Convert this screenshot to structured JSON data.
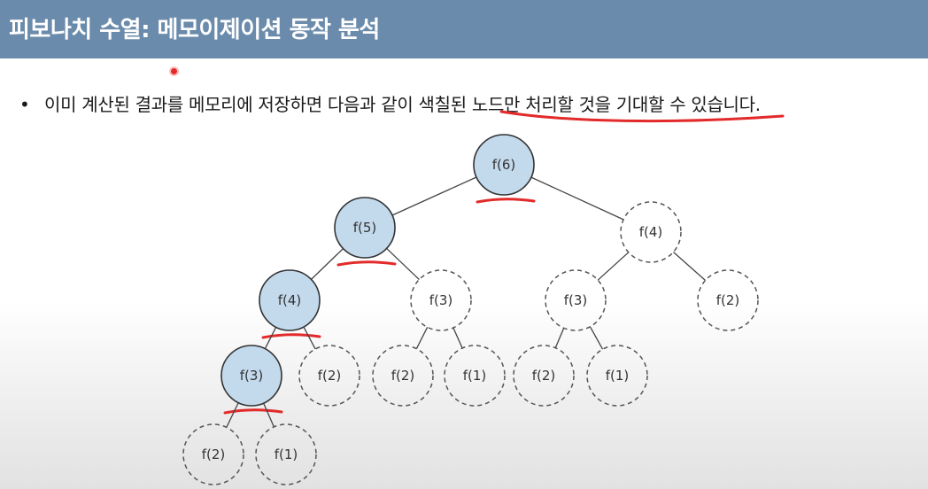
{
  "title": "피보나치 수열: 메모이제이션 동작 분석",
  "bullet": {
    "marker": "•",
    "text": "이미 계산된 결과를 메모리에 저장하면 다음과 같이 색칠된 노드만 처리할 것을 기대할 수 있습니다."
  },
  "colors": {
    "title_bar": "#6a8bab",
    "filled_node": "#c3d9ec",
    "annotation": "#e32a2a"
  },
  "tree": {
    "nodes": [
      {
        "id": "n6",
        "label": "f(6)",
        "filled": true,
        "underlined": true
      },
      {
        "id": "n5",
        "label": "f(5)",
        "filled": true,
        "underlined": true
      },
      {
        "id": "n4r",
        "label": "f(4)",
        "filled": false,
        "underlined": false
      },
      {
        "id": "n4l",
        "label": "f(4)",
        "filled": true,
        "underlined": true
      },
      {
        "id": "n3m",
        "label": "f(3)",
        "filled": false,
        "underlined": false
      },
      {
        "id": "n3r",
        "label": "f(3)",
        "filled": false,
        "underlined": false
      },
      {
        "id": "n2rr",
        "label": "f(2)",
        "filled": false,
        "underlined": false
      },
      {
        "id": "n3l",
        "label": "f(3)",
        "filled": true,
        "underlined": true
      },
      {
        "id": "n2a",
        "label": "f(2)",
        "filled": false,
        "underlined": false
      },
      {
        "id": "n2b",
        "label": "f(2)",
        "filled": false,
        "underlined": false
      },
      {
        "id": "n1b",
        "label": "f(1)",
        "filled": false,
        "underlined": false
      },
      {
        "id": "n2c",
        "label": "f(2)",
        "filled": false,
        "underlined": false
      },
      {
        "id": "n1c",
        "label": "f(1)",
        "filled": false,
        "underlined": false
      },
      {
        "id": "n2d",
        "label": "f(2)",
        "filled": false,
        "underlined": false
      },
      {
        "id": "n1d",
        "label": "f(1)",
        "filled": false,
        "underlined": false
      }
    ],
    "edges": [
      [
        "n6",
        "n5"
      ],
      [
        "n6",
        "n4r"
      ],
      [
        "n5",
        "n4l"
      ],
      [
        "n5",
        "n3m"
      ],
      [
        "n4r",
        "n3r"
      ],
      [
        "n4r",
        "n2rr"
      ],
      [
        "n4l",
        "n3l"
      ],
      [
        "n4l",
        "n2a"
      ],
      [
        "n3m",
        "n2b"
      ],
      [
        "n3m",
        "n1b"
      ],
      [
        "n3r",
        "n2c"
      ],
      [
        "n3r",
        "n1c"
      ],
      [
        "n3l",
        "n2d"
      ],
      [
        "n3l",
        "n1d"
      ]
    ]
  }
}
